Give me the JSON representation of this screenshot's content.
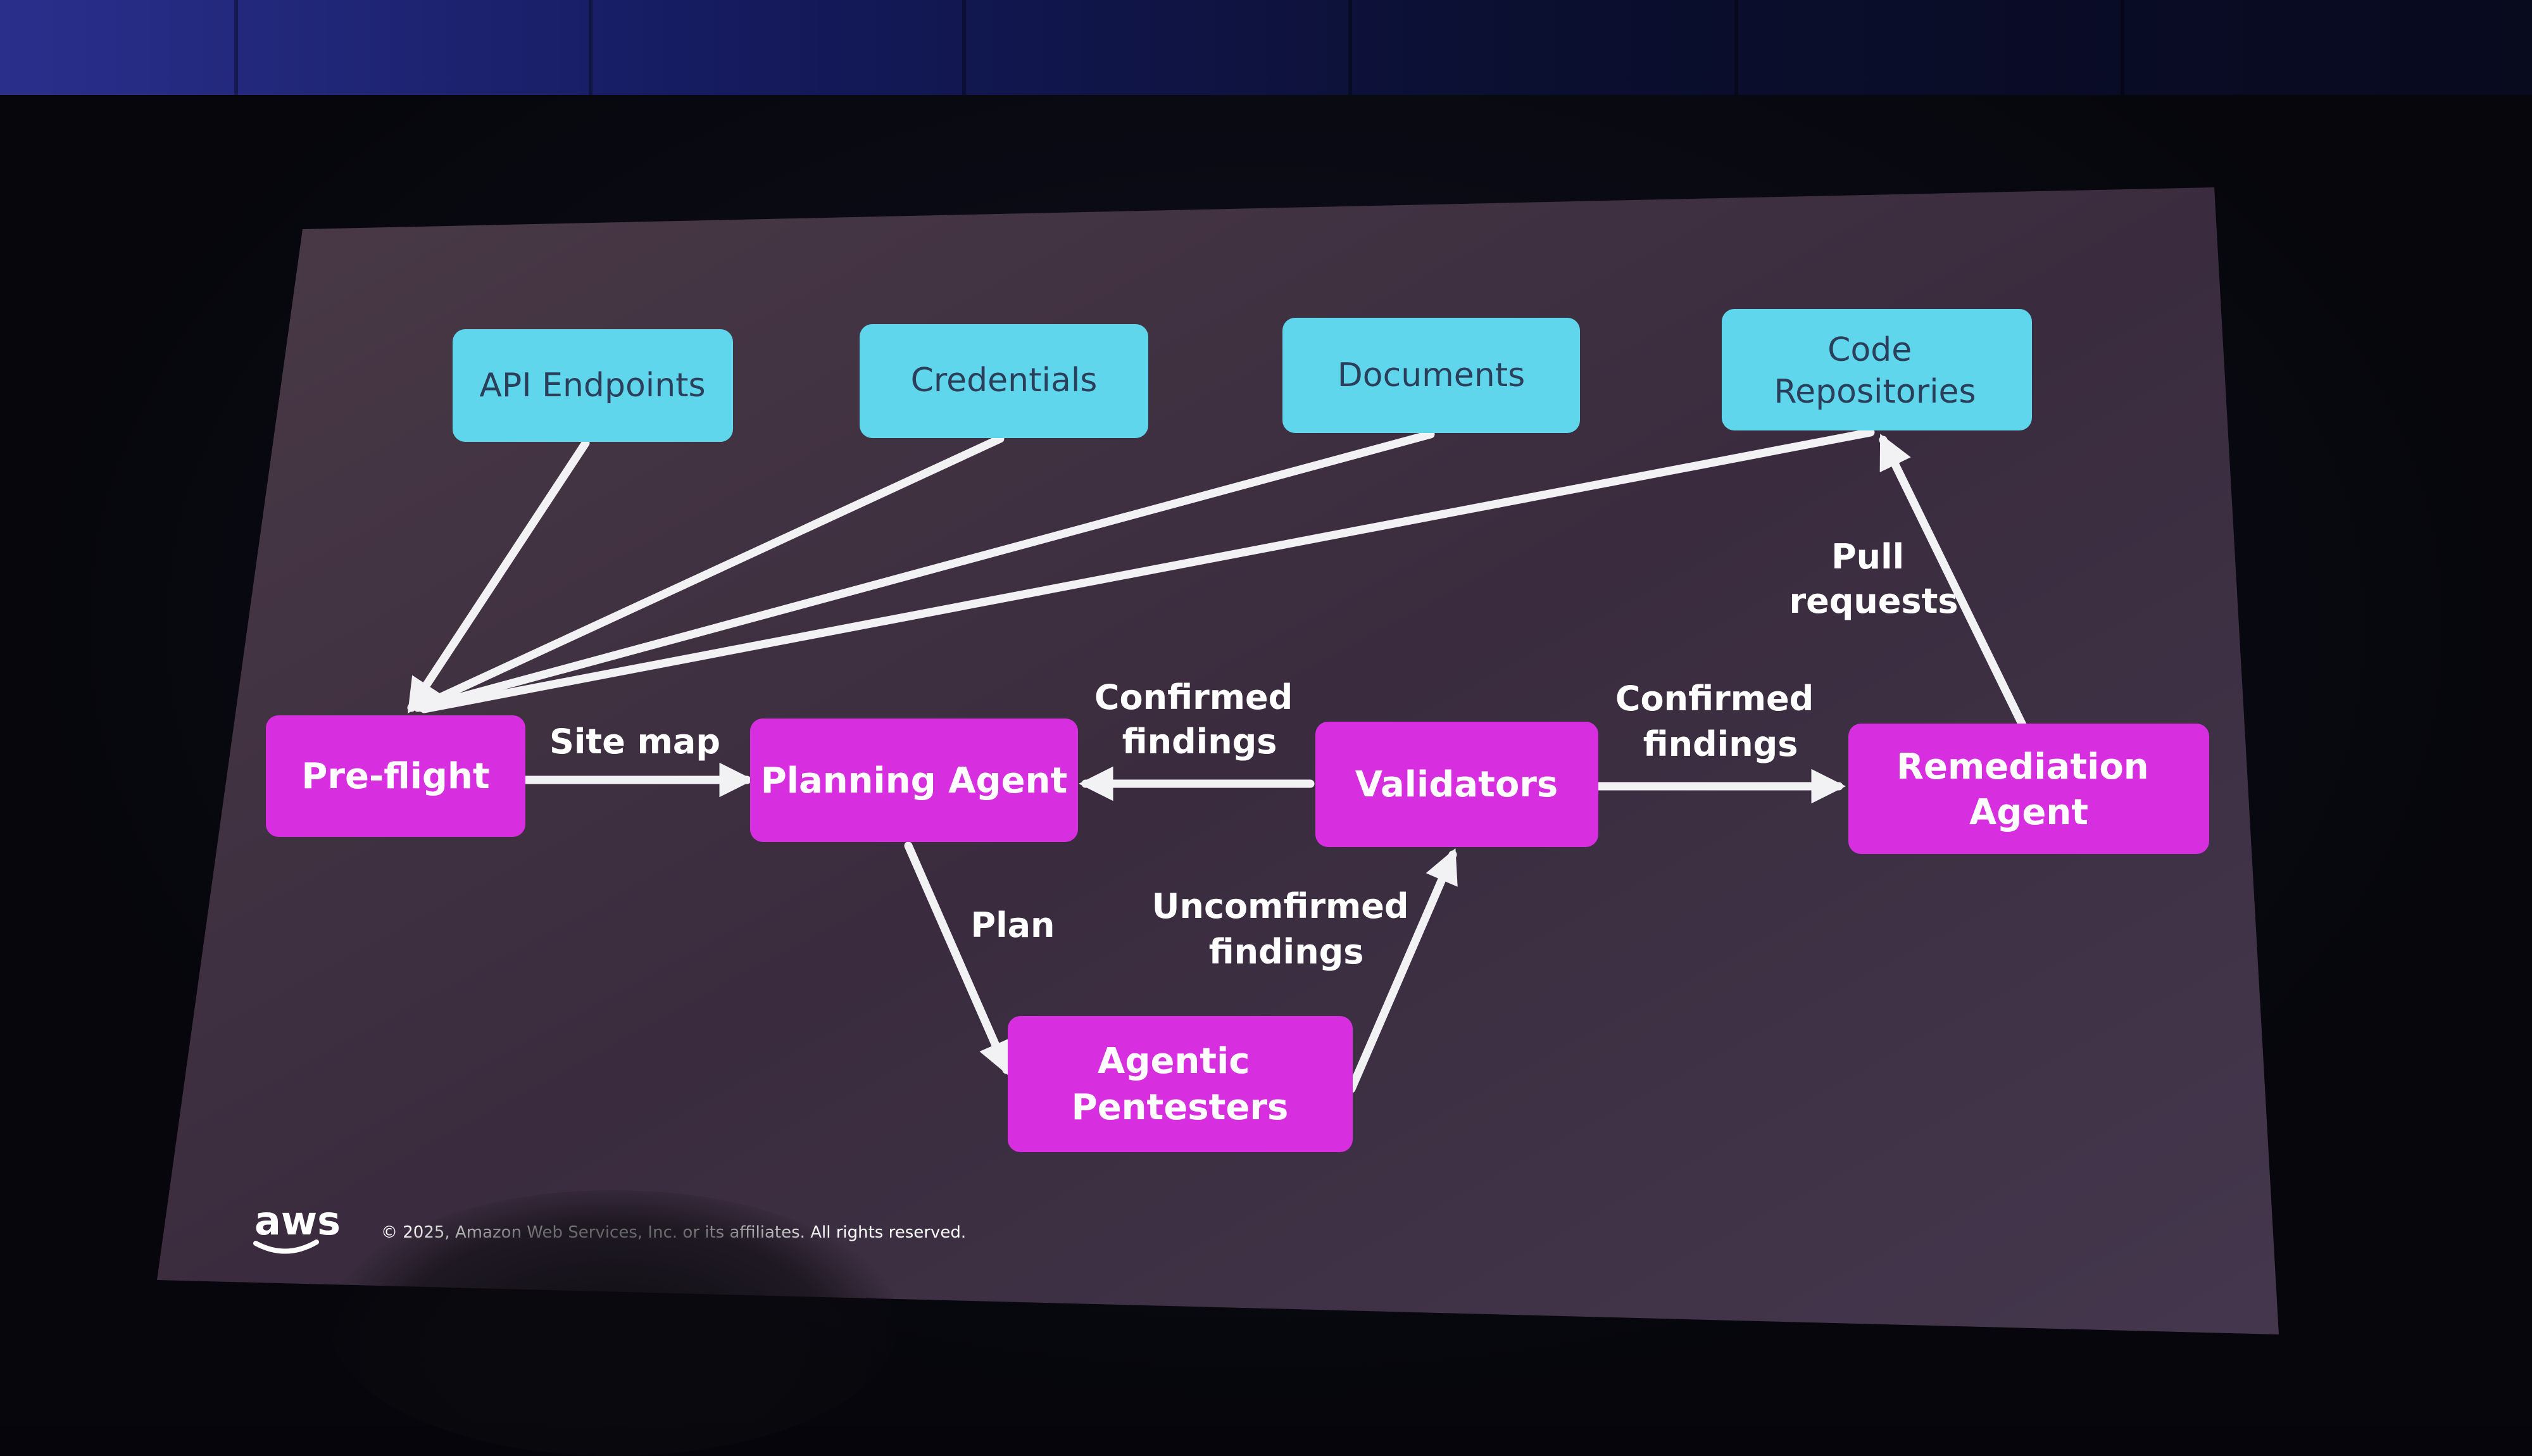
{
  "sources": [
    {
      "lines": [
        "API Endpoints"
      ]
    },
    {
      "lines": [
        "Credentials"
      ]
    },
    {
      "lines": [
        "Documents"
      ]
    },
    {
      "lines": [
        "Code",
        "Repositories"
      ]
    }
  ],
  "agents": {
    "preflight": [
      "Pre-flight"
    ],
    "planning": [
      "Planning Agent"
    ],
    "validators": [
      "Validators"
    ],
    "remediation": [
      "Remediation",
      "Agent"
    ],
    "pentesters": [
      "Agentic",
      "Pentesters"
    ]
  },
  "edge_labels": {
    "site_map": [
      "Site map"
    ],
    "confirmed_left": [
      "Confirmed",
      "findings"
    ],
    "confirmed_right": [
      "Confirmed",
      "findings"
    ],
    "pull_requests": [
      "Pull",
      "requests"
    ],
    "plan": [
      "Plan"
    ],
    "unconfirmed": [
      "Uncomfirmed",
      "findings"
    ]
  },
  "footer": {
    "logo": "aws",
    "copyright": "© 2025, Amazon Web Services, Inc. or its affiliates. All rights reserved."
  },
  "colors": {
    "slide_bg": "#3b2d3f",
    "source_box": "#5fd6ec",
    "source_text": "#2b3f5a",
    "agent_box": "#d72ee0",
    "arrow": "#f2f2f5"
  }
}
